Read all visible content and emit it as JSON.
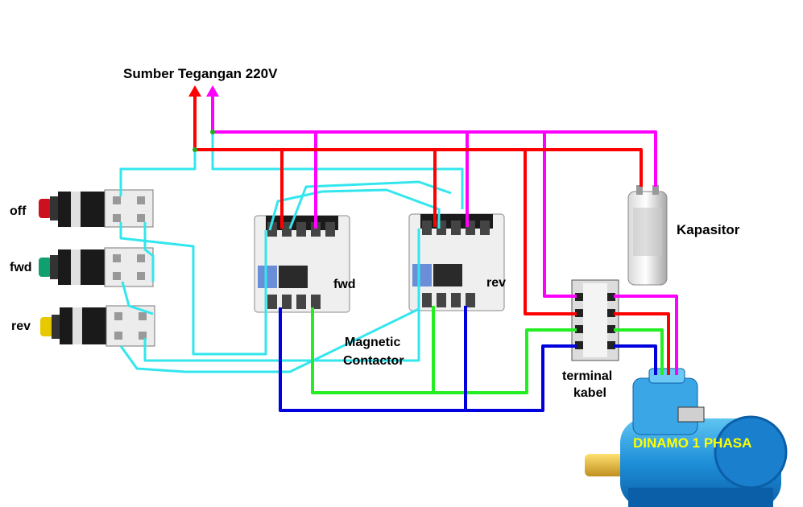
{
  "title": "Sumber Tegangan  220V",
  "buttons": [
    {
      "label": "off",
      "color": "#cc1020"
    },
    {
      "label": "fwd",
      "color": "#10a070"
    },
    {
      "label": "rev",
      "color": "#e8c800"
    }
  ],
  "contactors": [
    {
      "label": "fwd"
    },
    {
      "label": "rev"
    }
  ],
  "contactor_caption": {
    "line1": "Magnetic",
    "line2": "Contactor"
  },
  "capacitor_label": "Kapasitor",
  "terminal_caption": {
    "line1": "terminal",
    "line2": "kabel"
  },
  "motor_label": "DINAMO 1 PHASA",
  "wire_colors": {
    "phase": "#ff0000",
    "neutral": "#ff00ff",
    "control": "#33e6ee",
    "green": "#22ee22",
    "blue": "#0000dd"
  }
}
